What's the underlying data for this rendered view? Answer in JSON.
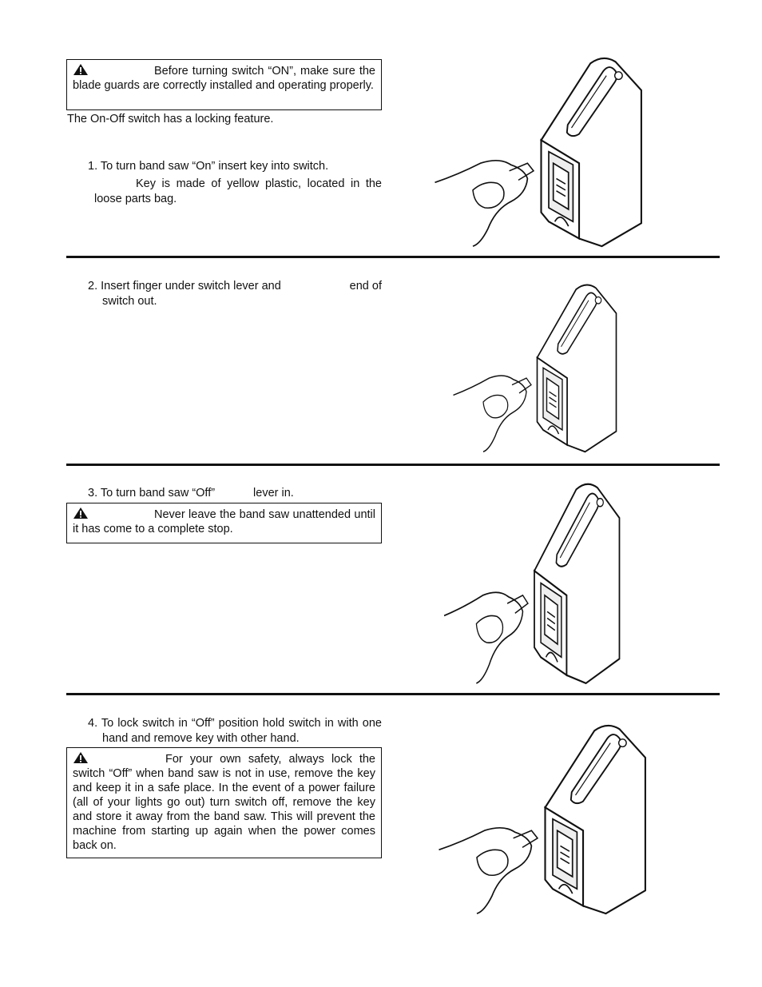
{
  "section1": {
    "warning": "Before turning switch “ON”, make sure the blade guards are correctly installed and operating properly.",
    "intro": "The On-Off switch has a locking feature.",
    "step": "1. To turn band saw “On” insert key into switch.",
    "note": "Key is made of yellow plastic, located in the loose parts bag."
  },
  "section2": {
    "step_a": "2. Insert finger under switch lever and",
    "step_b": "end of",
    "step_c": "switch out."
  },
  "section3": {
    "step_a": "3. To turn band saw “Off”",
    "step_b": "lever in.",
    "warning": "Never leave the band saw unattended until it has come to a complete stop."
  },
  "section4": {
    "step": "4. To lock switch in “Off” position hold switch in with one hand and remove key with other hand.",
    "warning": "For your own safety, always lock the switch “Off” when band saw is not in use, remove the key and keep it in a safe place. In the event of a power failure (all of your lights go out) turn switch off, remove the key and store it away from the band saw. This will prevent the machine from starting up again when the power comes back on."
  },
  "icons": {
    "warning": "warning-triangle-icon",
    "illustration": "switch-box-illustration"
  }
}
